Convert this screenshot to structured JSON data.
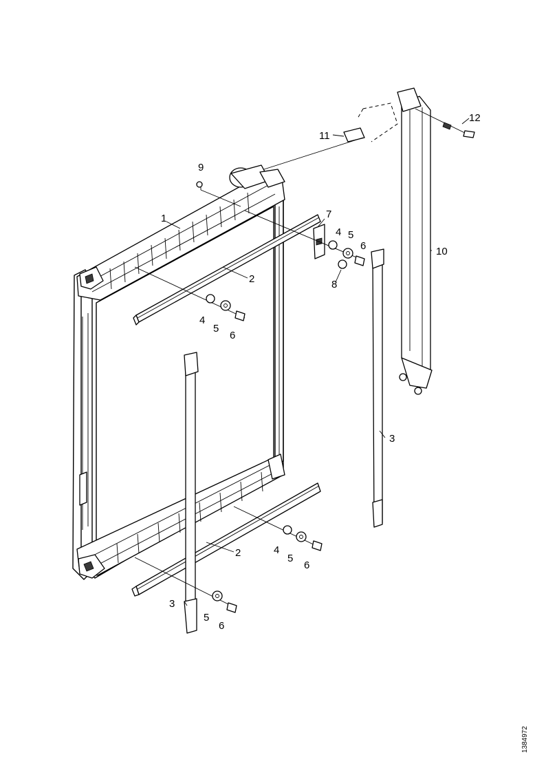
{
  "figure": {
    "reference_number": "1384972"
  },
  "callouts": [
    {
      "id": "c1",
      "label": "1"
    },
    {
      "id": "c2-top",
      "label": "2"
    },
    {
      "id": "c2-bottom",
      "label": "2"
    },
    {
      "id": "c3-left",
      "label": "3"
    },
    {
      "id": "c3-right",
      "label": "3"
    },
    {
      "id": "c4-mid",
      "label": "4"
    },
    {
      "id": "c4-topright",
      "label": "4"
    },
    {
      "id": "c4-bottom",
      "label": "4"
    },
    {
      "id": "c5-mid",
      "label": "5"
    },
    {
      "id": "c5-topright",
      "label": "5"
    },
    {
      "id": "c5-bottom",
      "label": "5"
    },
    {
      "id": "c5-left",
      "label": "5"
    },
    {
      "id": "c6-mid",
      "label": "6"
    },
    {
      "id": "c6-topright",
      "label": "6"
    },
    {
      "id": "c6-bottom",
      "label": "6"
    },
    {
      "id": "c6-left",
      "label": "6"
    },
    {
      "id": "c7",
      "label": "7"
    },
    {
      "id": "c8",
      "label": "8"
    },
    {
      "id": "c9",
      "label": "9"
    },
    {
      "id": "c10",
      "label": "10"
    },
    {
      "id": "c11",
      "label": "11"
    },
    {
      "id": "c12",
      "label": "12"
    }
  ]
}
